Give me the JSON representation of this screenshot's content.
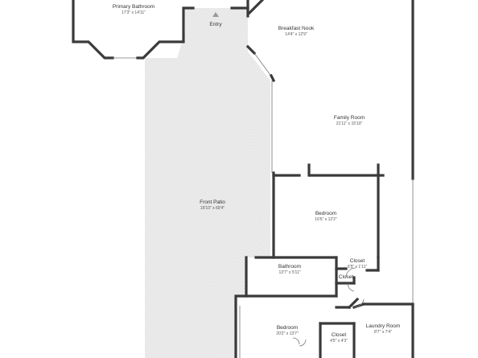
{
  "rooms": [
    {
      "id": "primary_bathroom",
      "name": "Primary Bathroom",
      "dims": "17'3\" x 14'11\""
    },
    {
      "id": "entry",
      "name": "Entry",
      "dims": ""
    },
    {
      "id": "breakfast_nook",
      "name": "Breakfast Nook",
      "dims": "14'4\" x 12'9\""
    },
    {
      "id": "family_room",
      "name": "Family Room",
      "dims": "21'11\" x 15'10\""
    },
    {
      "id": "front_patio",
      "name": "Front Patio",
      "dims": "19'10\" x 69'4\""
    },
    {
      "id": "bedroom_1",
      "name": "Bedroom",
      "dims": "16'6\" x 12'2\""
    },
    {
      "id": "closet_1",
      "name": "Closet",
      "dims": "6'5\" x 1'11\""
    },
    {
      "id": "bathroom",
      "name": "Bathroom",
      "dims": "13'7\" x 5'11\""
    },
    {
      "id": "closet_2",
      "name": "Closet",
      "dims": ""
    },
    {
      "id": "bedroom_2",
      "name": "Bedroom",
      "dims": "20'2\" x 13'7\""
    },
    {
      "id": "closet_3",
      "name": "Closet",
      "dims": "4'5\" x 4'3\""
    },
    {
      "id": "laundry_room",
      "name": "Laundry Room",
      "dims": "8'7\" x 7'4\""
    }
  ],
  "colors": {
    "wall": "#3a3a3a",
    "patio": "#e6e6e6",
    "background": "#ffffff"
  }
}
